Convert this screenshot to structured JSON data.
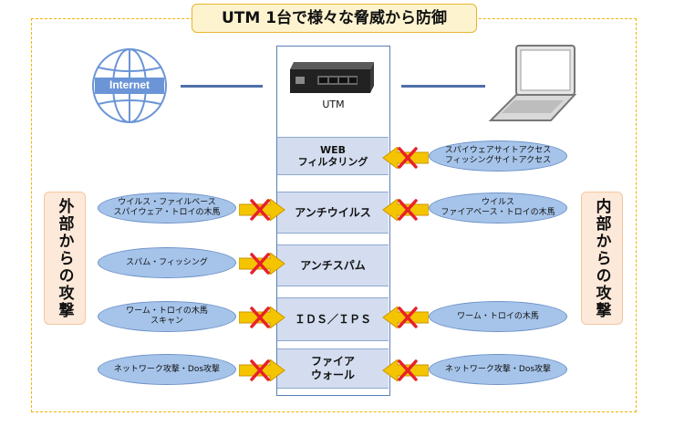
{
  "title": "UTM 1台で様々な脅威から防御",
  "internet_label": "Internet",
  "utm_label": "UTM",
  "left_side_label": "外部からの攻撃",
  "right_side_label": "内部からの攻撃",
  "layers": [
    {
      "label": "WEB\nフィルタリング"
    },
    {
      "label": "アンチウイルス"
    },
    {
      "label": "アンチスパム"
    },
    {
      "label": "ＩＤＳ／ＩＰＳ"
    },
    {
      "label": "ファイア\nウォール"
    }
  ],
  "external_threats": [
    {
      "label": "ウイルス・ファイルベース\nスパイウェア・トロイの木馬"
    },
    {
      "label": "スパム・フィッシング"
    },
    {
      "label": "ワーム・トロイの木馬\nスキャン"
    },
    {
      "label": "ネットワーク攻撃・Dos攻撃"
    }
  ],
  "internal_threats": [
    {
      "label": "スパイウェアサイトアクセス\nフィッシングサイトアクセス"
    },
    {
      "label": "ウイルス\nファイアベース・トロイの木馬"
    },
    {
      "label": "ワーム・トロイの木馬"
    },
    {
      "label": "ネットワーク攻撃・Dos攻撃"
    }
  ],
  "colors": {
    "frame": "#f0b400",
    "layer_fill": "#d3ddef",
    "ellipse_fill": "#a6c4ea",
    "arrow_fill": "#f5c400",
    "block_x": "#e8202a"
  }
}
